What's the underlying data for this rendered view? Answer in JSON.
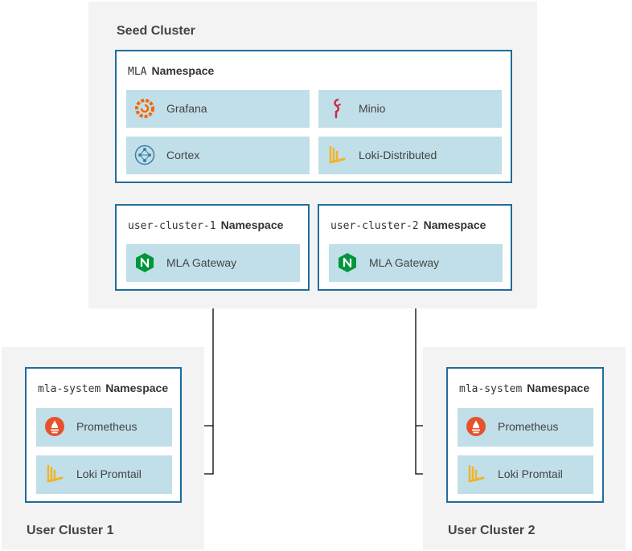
{
  "seed_cluster": {
    "title": "Seed Cluster",
    "mla_namespace": {
      "code": "MLA",
      "label": "Namespace",
      "components": [
        {
          "name": "Grafana",
          "icon": "grafana-icon"
        },
        {
          "name": "Minio",
          "icon": "minio-icon"
        },
        {
          "name": "Cortex",
          "icon": "cortex-icon"
        },
        {
          "name": "Loki-Distributed",
          "icon": "loki-icon"
        }
      ]
    },
    "user_namespaces": [
      {
        "code": "user-cluster-1",
        "label": "Namespace",
        "component": {
          "name": "MLA Gateway",
          "icon": "nginx-icon"
        }
      },
      {
        "code": "user-cluster-2",
        "label": "Namespace",
        "component": {
          "name": "MLA Gateway",
          "icon": "nginx-icon"
        }
      }
    ]
  },
  "user_clusters": [
    {
      "title": "User Cluster 1",
      "namespace": {
        "code": "mla-system",
        "label": "Namespace"
      },
      "components": [
        {
          "name": "Prometheus",
          "icon": "prometheus-icon"
        },
        {
          "name": "Loki Promtail",
          "icon": "loki-icon"
        }
      ]
    },
    {
      "title": "User Cluster 2",
      "namespace": {
        "code": "mla-system",
        "label": "Namespace"
      },
      "components": [
        {
          "name": "Prometheus",
          "icon": "prometheus-icon"
        },
        {
          "name": "Loki Promtail",
          "icon": "loki-icon"
        }
      ]
    }
  ],
  "colors": {
    "border": "#1f6d9b",
    "component_bg": "#c0dfe8",
    "cluster_bg": "#f3f3f3",
    "grafana": "#f46800",
    "minio": "#c72e49",
    "prometheus": "#e6522c",
    "nginx": "#009639",
    "cortex": "#3b7fa3",
    "loki": "#f2b32a"
  }
}
